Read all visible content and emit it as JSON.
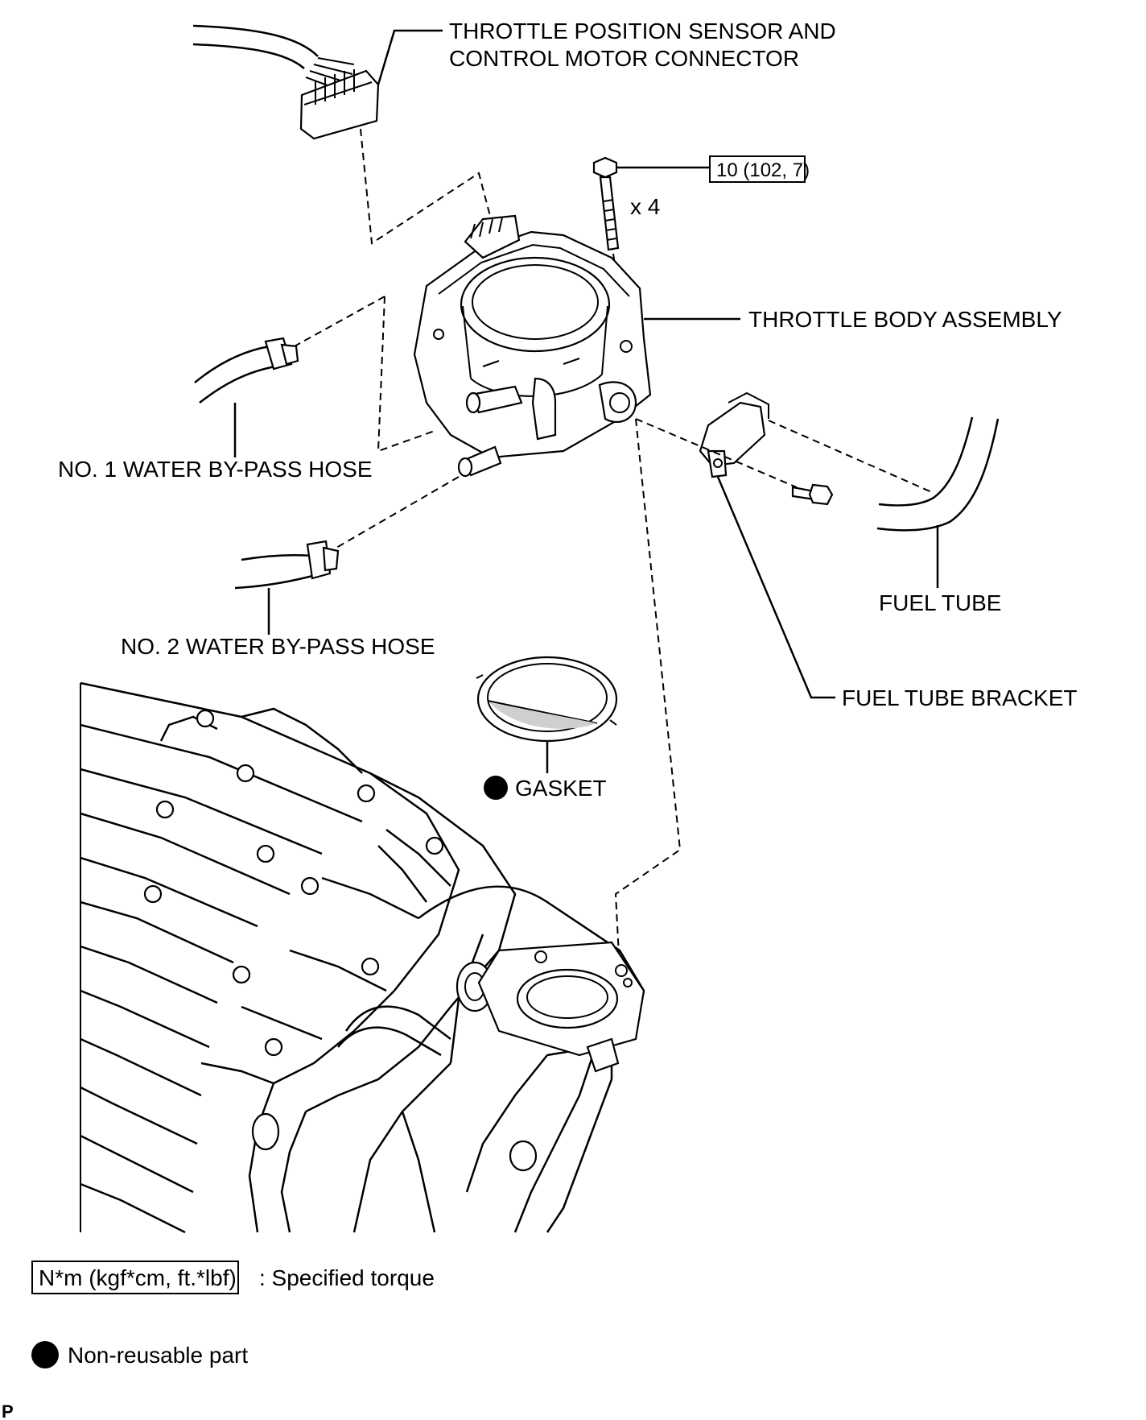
{
  "callouts": {
    "connector_line1": "THROTTLE POSITION SENSOR AND",
    "connector_line2": "CONTROL MOTOR CONNECTOR",
    "torque_value": "10 (102, 7)",
    "bolt_qty": "x 4",
    "throttle_body": "THROTTLE BODY ASSEMBLY",
    "hose1": "NO. 1 WATER BY-PASS HOSE",
    "hose2": "NO. 2 WATER BY-PASS HOSE",
    "fuel_tube": "FUEL TUBE",
    "fuel_tube_bracket": "FUEL TUBE BRACKET",
    "gasket": "GASKET"
  },
  "legend": {
    "torque_units": "N*m (kgf*cm, ft.*lbf)",
    "torque_desc": ": Specified torque",
    "nonreusable_desc": "Non-reusable part"
  },
  "figure_id": "P"
}
